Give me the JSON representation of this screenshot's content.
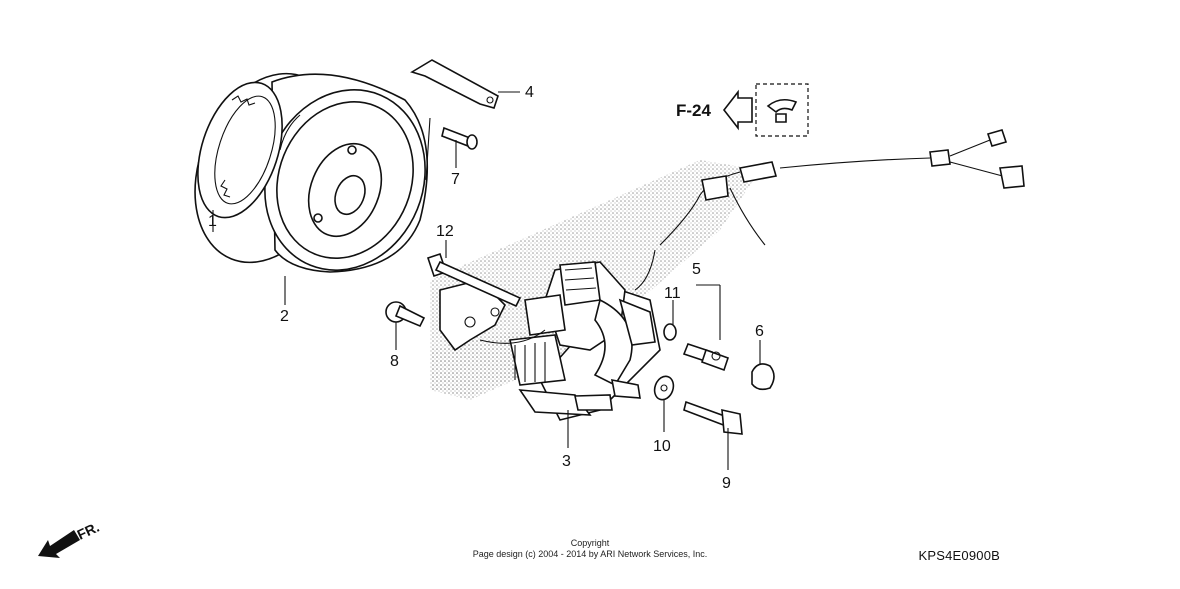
{
  "callouts": [
    {
      "id": "1",
      "text": "1"
    },
    {
      "id": "2",
      "text": "2"
    },
    {
      "id": "3",
      "text": "3"
    },
    {
      "id": "4",
      "text": "4"
    },
    {
      "id": "5",
      "text": "5"
    },
    {
      "id": "6",
      "text": "6"
    },
    {
      "id": "7",
      "text": "7"
    },
    {
      "id": "8",
      "text": "8"
    },
    {
      "id": "9",
      "text": "9"
    },
    {
      "id": "10",
      "text": "10"
    },
    {
      "id": "11",
      "text": "11"
    },
    {
      "id": "12",
      "text": "12"
    }
  ],
  "reference": {
    "label": "F-24"
  },
  "direction": {
    "label": "FR."
  },
  "copyright": {
    "line1": "Copyright",
    "line2": "Page design (c) 2004 - 2014 by ARI Network Services, Inc."
  },
  "diagram_code": "KPS4E0900B",
  "icons": [
    "front-direction-arrow-icon",
    "reference-arrow-icon",
    "wire-clip-icon"
  ]
}
